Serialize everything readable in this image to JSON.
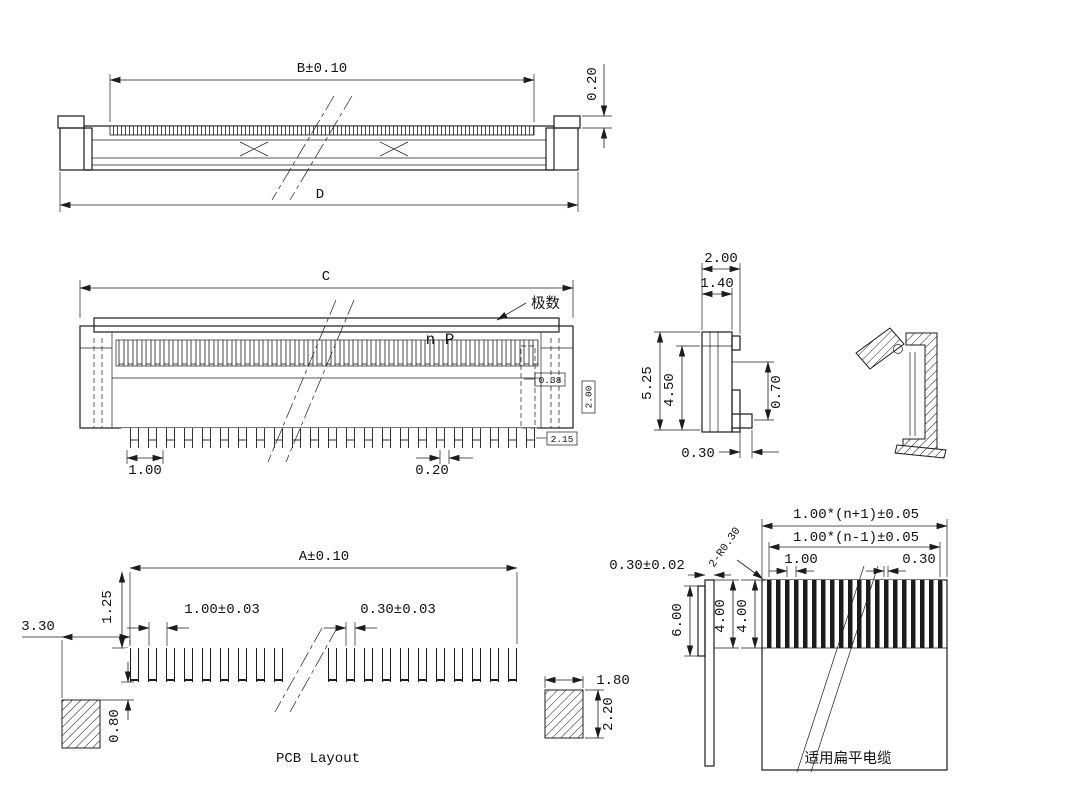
{
  "drawing": {
    "top_view": {
      "dim_width_b": "B±0.10",
      "dim_pin_thickness": "0.20",
      "dim_total_d": "D"
    },
    "front_view": {
      "dim_width_c": "C",
      "poles_label": "极数",
      "poles_value": "n P",
      "ref_0_38": "0.38",
      "ref_2_00": "2.00",
      "ref_2_15": "2.15",
      "dim_pitch": "1.00",
      "dim_pin_width": "0.20"
    },
    "side_view": {
      "dim_2_00": "2.00",
      "dim_1_40": "1.40",
      "dim_5_25": "5.25",
      "dim_4_50": "4.50",
      "dim_0_70": "0.70",
      "dim_0_30": "0.30"
    },
    "pcb_layout": {
      "dim_width_a": "A±0.10",
      "dim_1_25": "1.25",
      "dim_3_30": "3.30",
      "dim_pitch": "1.00±0.03",
      "dim_pad_width": "0.30±0.03",
      "dim_0_80": "0.80",
      "dim_1_80": "1.80",
      "dim_2_20": "2.20",
      "caption": "PCB Layout"
    },
    "cable_view": {
      "dim_pitch_n_plus_1": "1.00*(n+1)±0.05",
      "dim_pitch_n_minus_1": "1.00*(n-1)±0.05",
      "dim_corner_radius": "2-R0.30",
      "dim_thickness": "0.30±0.02",
      "dim_pitch": "1.00",
      "dim_conductor_width": "0.30",
      "dim_6_00": "6.00",
      "dim_4_00_a": "4.00",
      "dim_4_00_b": "4.00",
      "caption": "适用扁平电缆"
    }
  }
}
